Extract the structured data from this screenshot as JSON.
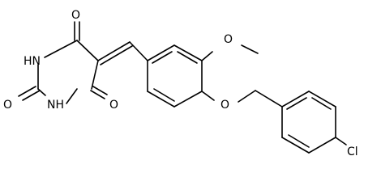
{
  "atoms": {
    "o_top": "O",
    "hn_top": "HN",
    "o_left": "O",
    "nh_bottom": "NH",
    "o_bottom": "O",
    "o_methoxy": "O",
    "o_ether": "O",
    "cl": "Cl"
  },
  "colors": {
    "bond": "#000000",
    "label": "#000000",
    "background": "#ffffff"
  }
}
